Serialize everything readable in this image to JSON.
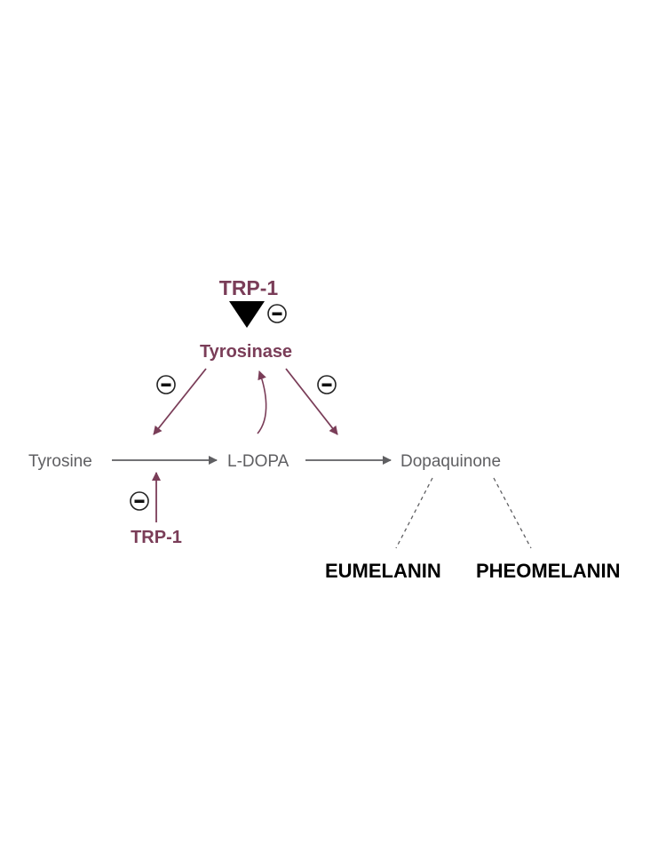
{
  "labels": {
    "trp1_top": "TRP-1",
    "tyrosinase": "Tyrosinase",
    "tyrosine": "Tyrosine",
    "ldopa": "L-DOPA",
    "dopaquinone": "Dopaquinone",
    "trp1_bottom": "TRP-1",
    "eumelanin": "EUMELANIN",
    "pheomelanin": "PHEOMELANIN"
  },
  "colors": {
    "pathway_gray": "#5f5f62",
    "regulator_mauve": "#7a3d58",
    "product_black": "#000000"
  },
  "icons": {
    "inhibition": "minus-in-circle",
    "activation": "solid-down-triangle"
  }
}
